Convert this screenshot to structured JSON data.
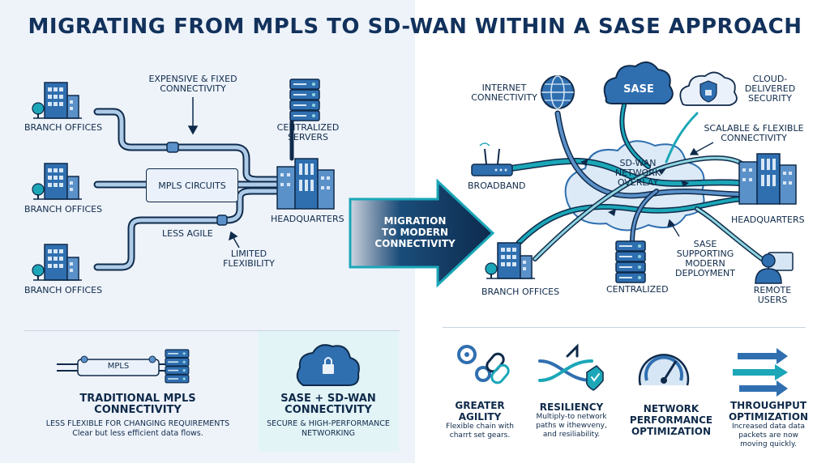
{
  "title": "MIGRATING FROM MPLS TO SD-WAN WITHIN A SASE APPROACH",
  "left": {
    "branch_offices_1": "BRANCH OFFICES",
    "branch_offices_2": "BRANCH OFFICES",
    "branch_offices_3": "BRANCH OFFICES",
    "expensive_line1": "EXPENSIVE & FIXED",
    "expensive_line2": "CONNECTIVITY",
    "mpls_circuits": "MPLS CIRCUITS",
    "less_agile": "LESS AGILE",
    "limited_line1": "LIMITED",
    "limited_line2": "FLEXIBILITY",
    "centralized_line1": "CENTRALIZED",
    "centralized_line2": "SERVERS",
    "headquarters": "HEADQUARTERS"
  },
  "migration": {
    "line1": "MIGRATION",
    "line2": "TO MODERN",
    "line3": "CONNECTIVITY"
  },
  "right": {
    "internet_line1": "INTERNET",
    "internet_line2": "CONNECTIVITY",
    "sase": "SASE",
    "cloud_line1": "CLOUD-",
    "cloud_line2": "DELIVERED",
    "cloud_line3": "SECURITY",
    "scalable_line1": "SCALABLE & FLEXIBLE",
    "scalable_line2": "CONNECTIVITY",
    "broadband": "BROADBAND",
    "sdwan_line1": "SD-WAN",
    "sdwan_line2": "NETWORK",
    "sdwan_line3": "OVERLAY",
    "headquarters": "HEADQUARTERS",
    "sase_support_line1": "SASE",
    "sase_support_line2": "SUPPORTING",
    "sase_support_line3": "MODERN",
    "sase_support_line4": "DEPLOYMENT",
    "branch_offices": "BRANCH OFFICES",
    "centralized": "CENTRALIZED",
    "remote_line1": "REMOTE",
    "remote_line2": "USERS"
  },
  "bottom_left": {
    "mpls_tag": "MPLS",
    "traditional_title_line1": "TRADITIONAL MPLS",
    "traditional_title_line2": "CONNECTIVITY",
    "traditional_sub_line1": "LESS FLEXIBLE FOR CHANGING REQUIREMENTS",
    "traditional_sub_line2": "Clear but less efficient data flows.",
    "sase_title_line1": "SASE + SD-WAN",
    "sase_title_line2": "CONNECTIVITY",
    "sase_sub_line1": "SECURE & HIGH-PERFORMANCE",
    "sase_sub_line2": "NETWORKING"
  },
  "features": [
    {
      "title_line1": "GREATER",
      "title_line2": "AGILITY",
      "title_line3": "",
      "sub_line1": "Flexible chain with",
      "sub_line2": "charrt set gears.",
      "sub_line3": "",
      "icon": "gears-chain-icon"
    },
    {
      "title_line1": "RESILIENCY",
      "title_line2": "",
      "title_line3": "",
      "sub_line1": "Multiply-to network",
      "sub_line2": "paths w ithewveny,",
      "sub_line3": "and resiliability.",
      "icon": "resiliency-paths-icon"
    },
    {
      "title_line1": "NETWORK",
      "title_line2": "PERFORMANCE",
      "title_line3": "OPTIMIZATION",
      "sub_line1": "",
      "sub_line2": "",
      "sub_line3": "",
      "icon": "gauge-icon"
    },
    {
      "title_line1": "THROUGHPUT",
      "title_line2": "OPTIMIZATION",
      "title_line3": "",
      "sub_line1": "Increased data data",
      "sub_line2": "packets are now",
      "sub_line3": "moving quickly.",
      "icon": "fast-arrows-icon"
    }
  ],
  "colors": {
    "navy": "#12325c",
    "teal": "#1ba7b8",
    "blue": "#2f6fb0",
    "light_left_bg": "#eef3fa",
    "highlight_card": "#e3f4f7"
  }
}
